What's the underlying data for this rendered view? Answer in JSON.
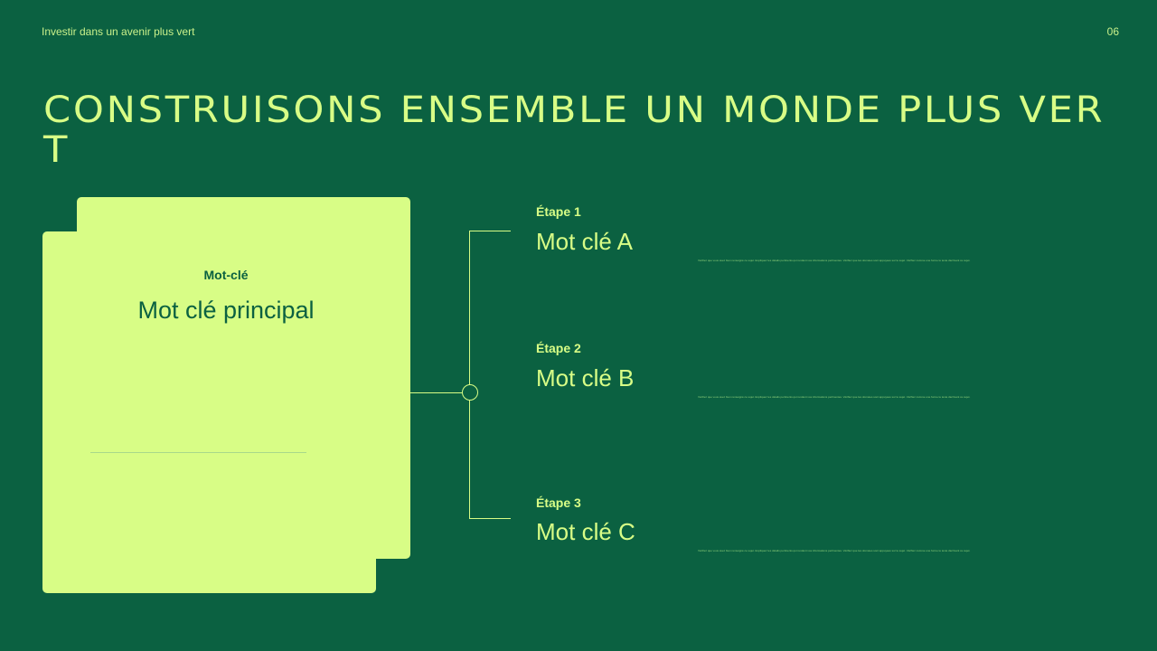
{
  "header": {
    "subtitle": "Investir dans un avenir plus vert",
    "page_number": "06"
  },
  "title": "CONSTRUISONS ENSEMBLE UN MONDE PLUS VERT",
  "card": {
    "label": "Mot-clé",
    "keyword": "Mot clé principal"
  },
  "steps": [
    {
      "label": "Étape 1",
      "title": "Mot clé A",
      "description": "Vérifiez que vous avez bien renseigné ce sujet. Expliquez les détails pertinents qui rendent vos informations pertinentes. Vérifiez que les données sont appuyées sur le sujet. Vérifiez comme une forme le texte décrivant ce sujet."
    },
    {
      "label": "Étape 2",
      "title": "Mot clé B",
      "description": "Vérifiez que vous avez bien renseigné ce sujet. Expliquez les détails pertinents qui rendent vos informations pertinentes. Vérifiez que les données sont appuyées sur le sujet. Vérifiez comme une forme le texte décrivant ce sujet."
    },
    {
      "label": "Étape 3",
      "title": "Mot clé C",
      "description": "Vérifiez que vous avez bien renseigné ce sujet. Expliquez les détails pertinents qui rendent vos informations pertinentes. Vérifiez que les données sont appuyées sur le sujet. Vérifiez comme une forme le texte décrivant ce sujet."
    }
  ],
  "colors": {
    "background": "#0b6141",
    "accent": "#d8fd86"
  }
}
